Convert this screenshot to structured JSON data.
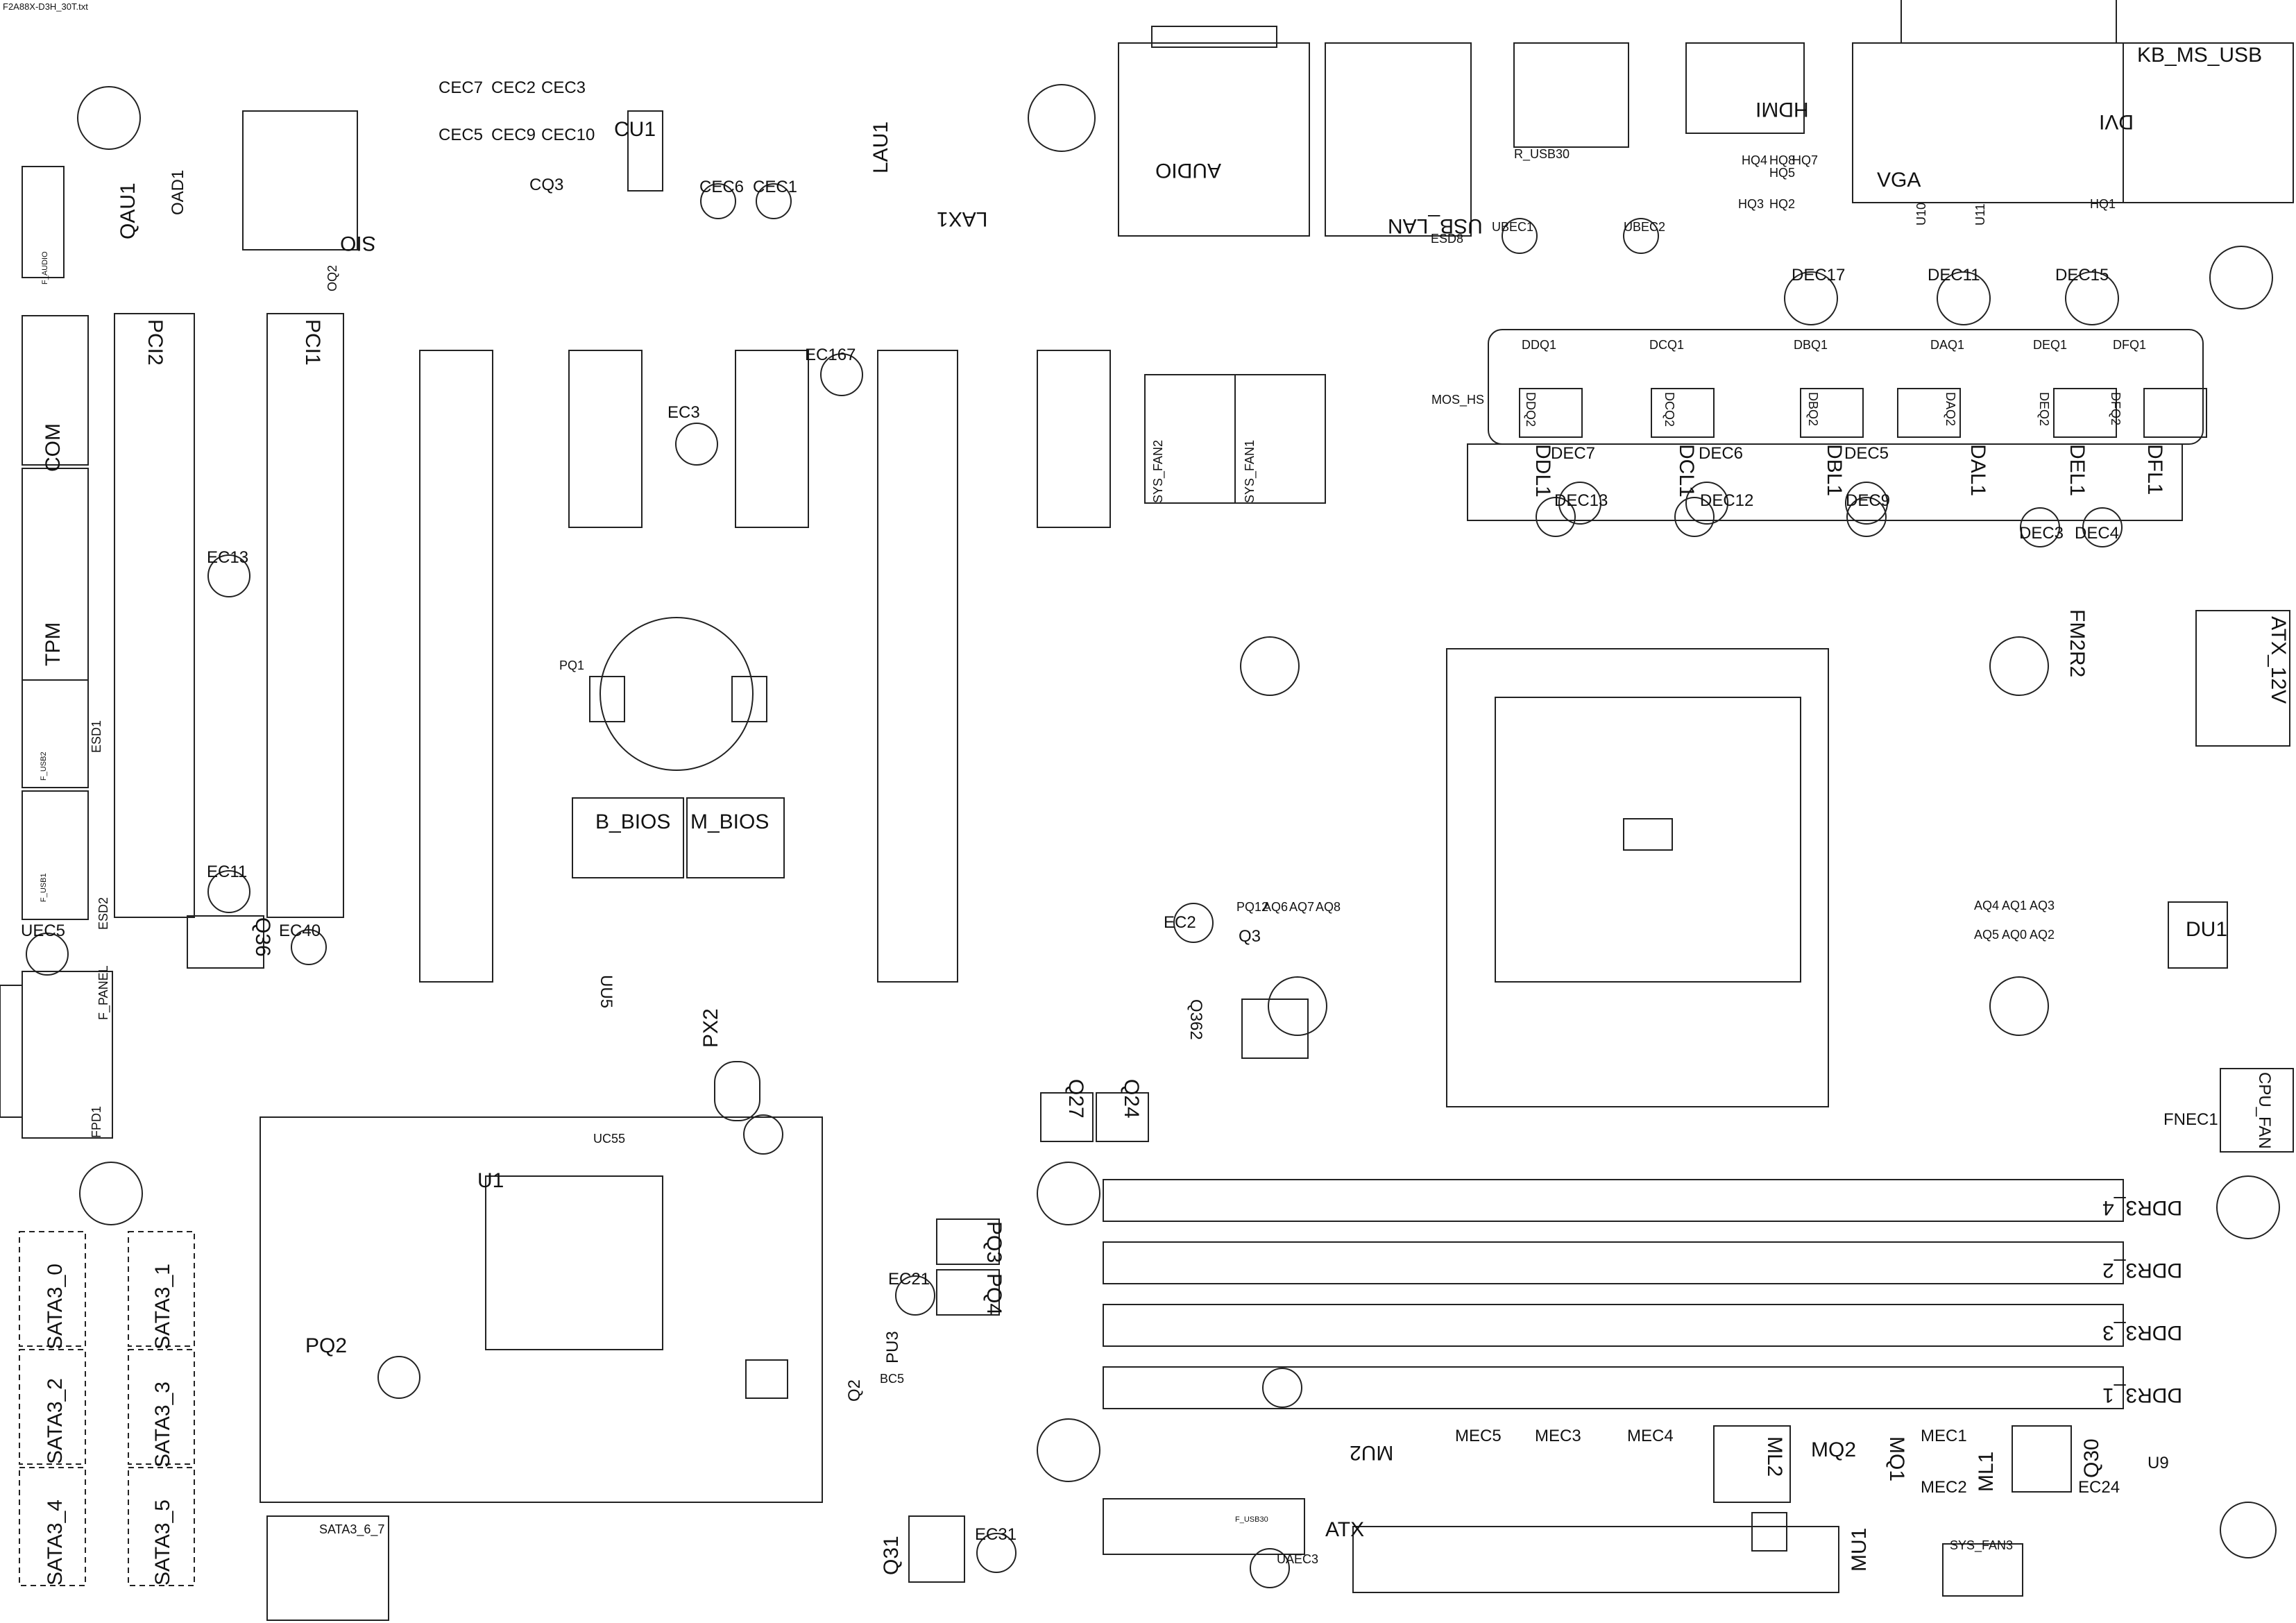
{
  "file_name": "F2A88X-D3H_30T.txt",
  "labels": {
    "audio": "AUDIO",
    "usb_lan": "USB_LAN",
    "r_usb30": "R_USB30",
    "ubec1": "UBEC1",
    "ubec2": "UBEC2",
    "hdmi": "HDMI",
    "vga": "VGA",
    "dvi": "DVI",
    "kb_ms_usb": "KB_MS_USB",
    "cec7": "CEC7",
    "cec2": "CEC2",
    "cec3": "CEC3",
    "cec5": "CEC5",
    "cec9": "CEC9",
    "cec10": "CEC10",
    "cu1": "CU1",
    "cq3": "CQ3",
    "cec6": "CEC6",
    "cec1": "CEC1",
    "lau1": "LAU1",
    "lax1": "LAX1",
    "sio": "SIO",
    "qau1": "QAU1",
    "oad1": "OAD1",
    "oq2": "OQ2",
    "f_audio": "F_AUDIO",
    "pci2": "PCI2",
    "pci1": "PCI1",
    "com": "COM",
    "tpm": "TPM",
    "f_usb2": "F_USB2",
    "f_usb1": "F_USB1",
    "esd1": "ESD1",
    "esd2": "ESD2",
    "esd8": "ESD8",
    "ec13": "EC13",
    "ec11": "EC11",
    "ec40": "EC40",
    "q36": "Q36",
    "uec5": "UEC5",
    "f_panel": "F_PANEL",
    "fpd1": "FPD1",
    "ec167": "EC167",
    "ec3": "EC3",
    "pq1": "PQ1",
    "b_bios": "B_BIOS",
    "m_bios": "M_BIOS",
    "px2": "PX2",
    "uu5": "UU5",
    "uc55": "UC55",
    "u1": "U1",
    "pq2": "PQ2",
    "pq3": "PQ3",
    "pq4": "PQ4",
    "ec21": "EC21",
    "pu3": "PU3",
    "q2": "Q2",
    "bc5": "BC5",
    "q31": "Q31",
    "ec31": "EC31",
    "sata3_0": "SATA3_0",
    "sata3_1": "SATA3_1",
    "sata3_2": "SATA3_2",
    "sata3_3": "SATA3_3",
    "sata3_4": "SATA3_4",
    "sata3_5": "SATA3_5",
    "sata3_6_7": "SATA3_6_7",
    "sys_fan2": "SYS_FAN2",
    "sys_fan1": "SYS_FAN1",
    "mos_hs": "MOS_HS",
    "dec17": "DEC17",
    "dec11": "DEC11",
    "dec15": "DEC15",
    "ddq1": "DDQ1",
    "dcq1": "DCQ1",
    "dbq1": "DBQ1",
    "daq1": "DAQ1",
    "deq1": "DEQ1",
    "dfq1": "DFQ1",
    "ddq2": "DDQ2",
    "dcq2": "DCQ2",
    "dbq2": "DBQ2",
    "daq2": "DAQ2",
    "deq2": "DEQ2",
    "dfq2": "DFQ2",
    "ddl1": "DDL1",
    "dcl1": "DCL1",
    "dbl1": "DBL1",
    "dal1": "DAL1",
    "del1": "DEL1",
    "dfl1": "DFL1",
    "dec7": "DEC7",
    "dec6": "DEC6",
    "dec5": "DEC5",
    "dec13": "DEC13",
    "dec12": "DEC12",
    "dec9": "DEC9",
    "dec3": "DEC3",
    "dec4": "DEC4",
    "fm2r2": "FM2R2",
    "atx_12v": "ATX_12V",
    "ec2": "EC2",
    "q3": "Q3",
    "q362": "Q362",
    "aq6": "AQ6",
    "aq7": "AQ7",
    "aq8": "AQ8",
    "pq12": "PQ12",
    "aq4": "AQ4",
    "aq1": "AQ1",
    "aq3": "AQ3",
    "aq5": "AQ5",
    "aq0": "AQ0",
    "aq2": "AQ2",
    "du1": "DU1",
    "cpu_fan": "CPU_FAN",
    "fnec1": "FNEC1",
    "q27": "Q27",
    "q24": "Q24",
    "ddr3_4": "DDR3_4",
    "ddr3_2": "DDR3_2",
    "ddr3_3": "DDR3_3",
    "ddr3_1": "DDR3_1",
    "mu2": "MU2",
    "mec5": "MEC5",
    "mec3": "MEC3",
    "mec4": "MEC4",
    "ml2": "ML2",
    "mq2": "MQ2",
    "mq1": "MQ1",
    "mec1": "MEC1",
    "mec2": "MEC2",
    "ml1": "ML1",
    "q30": "Q30",
    "u9": "U9",
    "ec24": "EC24",
    "atx": "ATX",
    "mu1": "MU1",
    "uaec3": "UAEC3",
    "sys_fan3": "SYS_FAN3",
    "f_usb30": "F_USB30",
    "hq4": "HQ4",
    "hq8": "HQ8",
    "hq7": "HQ7",
    "hq3": "HQ3",
    "hq2": "HQ2",
    "hq5": "HQ5",
    "hq1": "HQ1",
    "u10": "U10",
    "u11": "U11"
  }
}
